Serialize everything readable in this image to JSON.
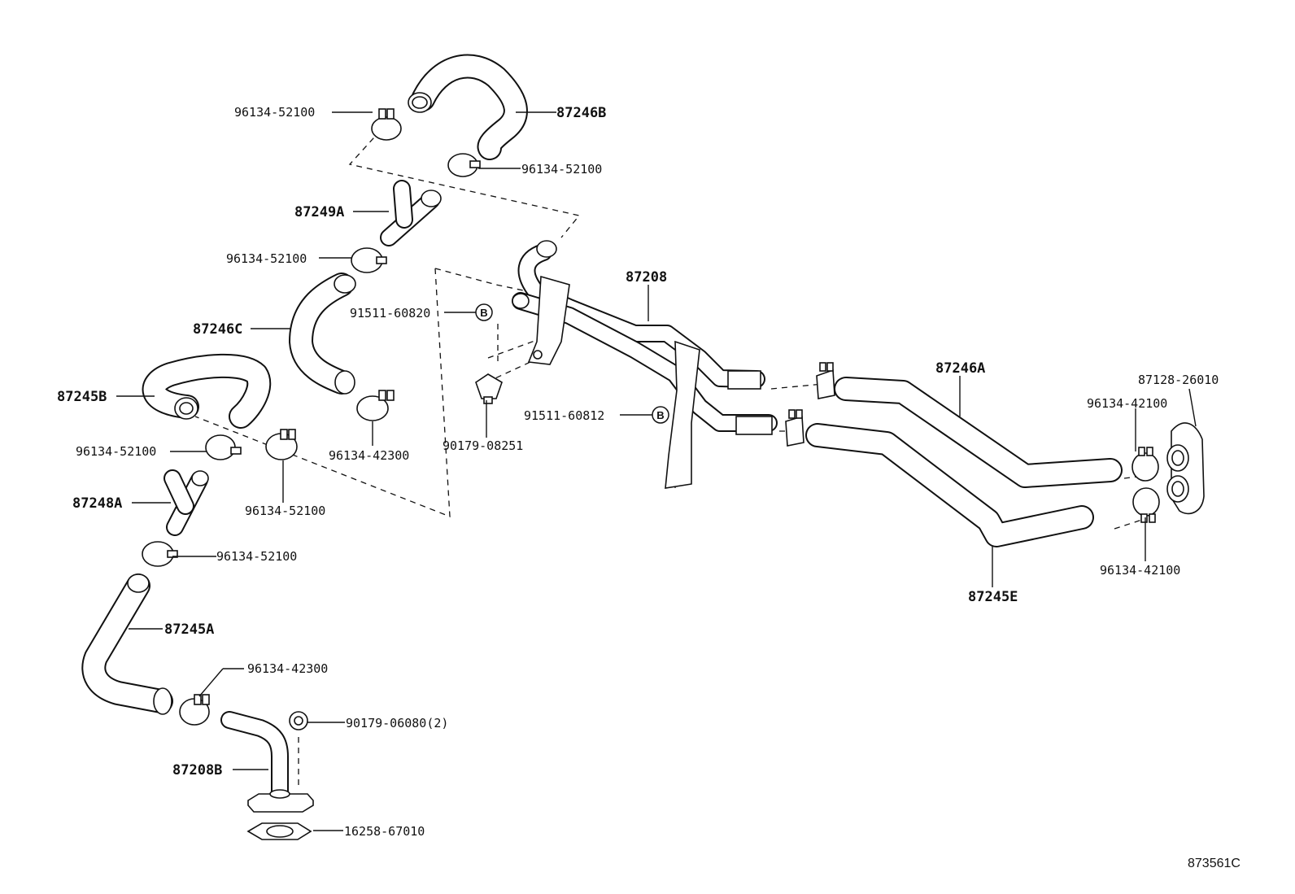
{
  "diagram": {
    "reference_code": "873561C",
    "bolt_marker": "B",
    "labels": {
      "p87246B": "87246B",
      "p96134_52100_a": "96134-52100",
      "p96134_52100_b": "96134-52100",
      "p87249A": "87249A",
      "p96134_52100_c": "96134-52100",
      "p87246C": "87246C",
      "p87245B": "87245B",
      "p96134_52100_d": "96134-52100",
      "p96134_52100_e": "96134-52100",
      "p96134_42300_a": "96134-42300",
      "p87248A": "87248A",
      "p96134_52100_f": "96134-52100",
      "p87245A": "87245A",
      "p96134_42300_b": "96134-42300",
      "p90179_06080": "90179-06080(2)",
      "p87208B": "87208B",
      "p16258_67010": "16258-67010",
      "p91511_60820": "91511-60820",
      "p90179_08251": "90179-08251",
      "p87208": "87208",
      "p91511_60812": "91511-60812",
      "p87246A": "87246A",
      "p87128_26010": "87128-26010",
      "p96134_42100_a": "96134-42100",
      "p96134_42100_b": "96134-42100",
      "p87245E": "87245E"
    }
  }
}
